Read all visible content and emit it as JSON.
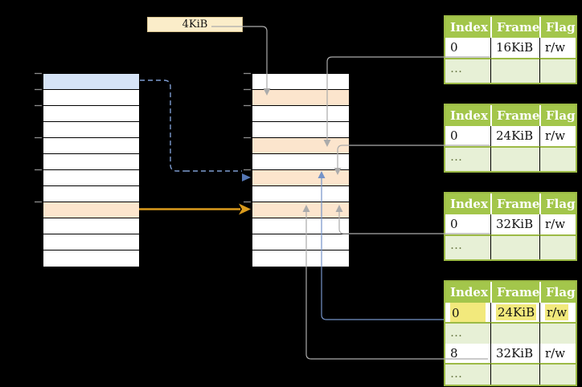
{
  "page_size_label": "4KiB",
  "memory_left": {
    "rows": [
      "blue",
      "white",
      "white",
      "white",
      "white",
      "white",
      "white",
      "white",
      "orange",
      "white",
      "white",
      "white"
    ]
  },
  "memory_middle": {
    "rows": [
      "white",
      "orange",
      "white",
      "white",
      "orange",
      "white",
      "orange",
      "white",
      "orange",
      "white",
      "white",
      "white"
    ]
  },
  "page_tables": [
    {
      "headers": [
        "Index",
        "Frame",
        "Flags"
      ],
      "rows": [
        {
          "type": "data",
          "highlight": false,
          "cells": [
            "0",
            "16KiB",
            "r/w"
          ]
        },
        {
          "type": "dots",
          "highlight": false,
          "cells": [
            "…",
            "",
            ""
          ]
        }
      ]
    },
    {
      "headers": [
        "Index",
        "Frame",
        "Flags"
      ],
      "rows": [
        {
          "type": "data",
          "highlight": false,
          "cells": [
            "0",
            "24KiB",
            "r/w"
          ]
        },
        {
          "type": "dots",
          "highlight": false,
          "cells": [
            "…",
            "",
            ""
          ]
        }
      ]
    },
    {
      "headers": [
        "Index",
        "Frame",
        "Flags"
      ],
      "rows": [
        {
          "type": "data",
          "highlight": false,
          "cells": [
            "0",
            "32KiB",
            "r/w"
          ]
        },
        {
          "type": "dots",
          "highlight": false,
          "cells": [
            "…",
            "",
            ""
          ]
        }
      ]
    },
    {
      "headers": [
        "Index",
        "Frame",
        "Flags"
      ],
      "rows": [
        {
          "type": "data",
          "highlight": true,
          "cells": [
            "0",
            "24KiB",
            "r/w"
          ]
        },
        {
          "type": "dots",
          "highlight": false,
          "cells": [
            "…",
            "",
            ""
          ]
        },
        {
          "type": "data",
          "highlight": false,
          "cells": [
            "8",
            "32KiB",
            "r/w"
          ]
        },
        {
          "type": "dots",
          "highlight": false,
          "cells": [
            "…",
            "",
            ""
          ]
        }
      ]
    }
  ],
  "colors": {
    "green_header": "#A3C64B",
    "green_border": "#9CBA45",
    "green_light": "#E7F0D6",
    "dots_text": "#6F7D4B",
    "orange_row": "#FCE5CD",
    "blue_row": "#D6E4F7",
    "cream": "#FBEDC9",
    "cream_border": "#D8C28D",
    "yellow_hl": "#F2E97C",
    "gray_line": "#ABABAB",
    "blue_line": "#7493C8",
    "dash_blue": "#7E9CD0",
    "dash_head": "#5577B5",
    "orange_arrow": "#DB9B1C",
    "tick": "#8C8C8C"
  }
}
